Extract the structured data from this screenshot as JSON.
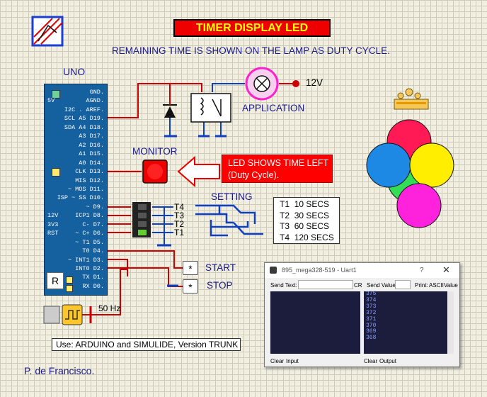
{
  "title": "TIMER DISPLAY LED",
  "subtitle": "REMAINING TIME IS SHOWN ON THE LAMP AS DUTY CYCLE.",
  "board": {
    "name": "UNO",
    "reset_label": "R",
    "left_pins": [
      "5V",
      "",
      "",
      "",
      "",
      "",
      "",
      "",
      "",
      "",
      "",
      "",
      "",
      "",
      "12V",
      "3V3",
      "RST"
    ],
    "right_pins": [
      "GND.",
      "AGND.",
      "I2C . AREF.",
      "SCL A5 D19.",
      "SDA A4 D18.",
      "A3 D17.",
      "A2 D16.",
      "A1 D15.",
      "A0 D14.",
      "CLK D13.",
      "MIS D12.",
      "~ MOS D11.",
      "ISP ~ SS D10.",
      "~ D9.",
      "ICP1 D8.",
      "C- D7.",
      "~ C+ D6.",
      "~ T1 D5.",
      "T0 D4.",
      "~ INT1 D3.",
      "INT0 D2.",
      "TX D1.",
      "RX D0."
    ]
  },
  "labels": {
    "application": "APPLICATION",
    "supply": "12V",
    "monitor": "MONITOR",
    "led_shows_line1": "LED SHOWS TIME LEFT",
    "led_shows_line2": "(Duty Cycle).",
    "setting": "SETTING",
    "t4": "T4",
    "t3": "T3",
    "t2": "T2",
    "t1": "T1",
    "start": "START",
    "stop": "STOP",
    "star": "*",
    "frequency": "50 Hz",
    "use": "Use: ARDUINO and SIMULIDE, Version TRUNK",
    "author": "P. de Francisco."
  },
  "settings": [
    {
      "t": "T1",
      "value": "10 SECS"
    },
    {
      "t": "T2",
      "value": "30 SECS"
    },
    {
      "t": "T3",
      "value": "60 SECS"
    },
    {
      "t": "T4",
      "value": "120 SECS"
    }
  ],
  "uart": {
    "title": "895_mega328-519 - Uart1",
    "help": "?",
    "send_text": "Send Text:",
    "cr": "CR",
    "send_value": "Send Value:",
    "print": "Print:",
    "ascii": "ASCII",
    "value": "Value",
    "clear": "Clear",
    "input": "Input",
    "output": "Output",
    "output_lines": [
      "375",
      "374",
      "373",
      "372",
      "371",
      "370",
      "369",
      "368"
    ]
  },
  "colors": {
    "title_bg": "#ee0000",
    "title_text": "#ffff00",
    "label_blue": "#1a1a8c",
    "wire_red": "#cc0000",
    "wire_blue": "#1040c0",
    "board_blue": "#15609e",
    "circle_red": "#ff1a55",
    "circle_blue": "#1e88e5",
    "circle_yellow": "#ffee00",
    "circle_green": "#33dd55",
    "circle_magenta": "#ff22dd"
  }
}
